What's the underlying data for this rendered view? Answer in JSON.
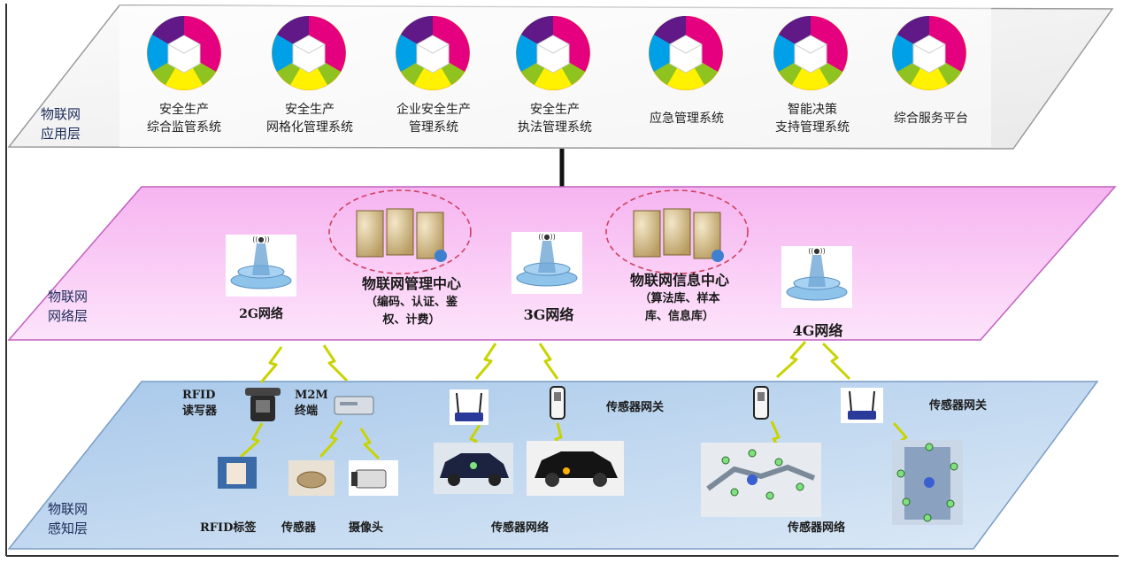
{
  "layers": {
    "application": {
      "label_line1": "物联网",
      "label_line2": "应用层"
    },
    "network": {
      "label_line1": "物联网",
      "label_line2": "网络层"
    },
    "perception": {
      "label_line1": "物联网",
      "label_line2": "感知层"
    }
  },
  "applications": [
    {
      "line1": "安全生产",
      "line2": "综合监管系统",
      "icon": "app-logo-icon"
    },
    {
      "line1": "安全生产",
      "line2": "网格化管理系统",
      "icon": "app-logo-icon"
    },
    {
      "line1": "企业安全生产",
      "line2": "管理系统",
      "icon": "app-logo-icon"
    },
    {
      "line1": "安全生产",
      "line2": "执法管理系统",
      "icon": "app-logo-icon"
    },
    {
      "line1": "应急管理系统",
      "line2": "",
      "icon": "app-logo-icon"
    },
    {
      "line1": "智能决策",
      "line2": "支持管理系统",
      "icon": "app-logo-icon"
    },
    {
      "line1": "综合服务平台",
      "line2": "",
      "icon": "app-logo-icon"
    }
  ],
  "network": {
    "net_2g": "2G网络",
    "net_3g": "3G网络",
    "net_4g": "4G网络",
    "mgmt_center": {
      "title": "物联网管理中心",
      "detail1": "（编码、认证、鉴",
      "detail2": "权、计费）"
    },
    "info_center": {
      "title": "物联网信息中心",
      "detail1": "（算法库、样本",
      "detail2": "库、信息库）"
    }
  },
  "perception": {
    "rfid_reader": {
      "line1": "RFID",
      "line2": "读写器"
    },
    "m2m_terminal": {
      "line1": "M2M",
      "line2": "终端"
    },
    "gateway_1": "传感器网关",
    "gateway_2": "传感器网关",
    "rfid_tag": "RFID标签",
    "sensor": "传感器",
    "camera": "摄像头",
    "sensor_network_1": "传感器网络",
    "sensor_network_2": "传感器网络"
  },
  "colors": {
    "app_plane": "#f2f2f2",
    "network_plane": "#f8c8f4",
    "perception_plane": "#bcd6ee",
    "wireless_link": "#c8d400"
  }
}
